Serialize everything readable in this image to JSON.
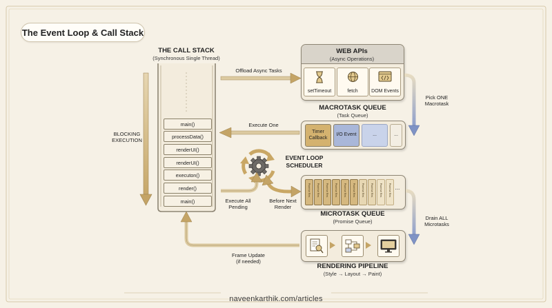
{
  "title": "The Event Loop & Call Stack",
  "call_stack": {
    "heading": "THE CALL STACK",
    "subheading": "(Synchronous Single Thread)",
    "frames": [
      "main()",
      "processData()",
      "renderUI()",
      "renderUI()",
      "executon()",
      "render()",
      "main()"
    ],
    "side_label_line1": "BLOCKING",
    "side_label_line2": "EXECUTION"
  },
  "web_apis": {
    "heading": "WEB APIs",
    "subheading": "(Async Operations)",
    "items": [
      {
        "label": "setTimeout",
        "icon": "hourglass-icon"
      },
      {
        "label": "fetch",
        "icon": "globe-icon"
      },
      {
        "label": "DOM Events",
        "icon": "code-window-icon"
      }
    ]
  },
  "macrotask_queue": {
    "heading": "MACROTASK QUEUE",
    "subheading": "(Task Queue)",
    "items": [
      "Timer Callback",
      "I/O Event",
      "...",
      "..."
    ],
    "colors": {
      "timer": "#d4b26f",
      "io": "#a9b7d9",
      "blank": "#c9d3ea",
      "tail": "#f3eee3"
    }
  },
  "event_loop": {
    "line1": "EVENT LOOP",
    "line2": "SCHEDULER",
    "icon": "gear-cycle-icon"
  },
  "microtask_queue": {
    "heading": "MICROTASK QUEUE",
    "subheading": "(Promise Queue)",
    "item_label": "Promise Res",
    "ellipsis": "..."
  },
  "rendering_pipeline": {
    "heading": "RENDERING PIPELINE",
    "subheading": "(Style → Layout → Paint)",
    "icons": [
      "style-inspect-icon",
      "layout-flow-icon",
      "paint-monitor-icon"
    ]
  },
  "arrows": {
    "offload": "Offload Async Tasks",
    "pick_one_line1": "Pick ONE",
    "pick_one_line2": "Macrotask",
    "execute_one": "Execute One",
    "execute_all_line1": "Execute All",
    "execute_all_line2": "Pending",
    "before_render_line1": "Before Next",
    "before_render_line2": "Render",
    "drain_all_line1": "Drain ALL",
    "drain_all_line2": "Microtasks",
    "frame_update_line1": "Frame Update",
    "frame_update_line2": "(if needed)"
  },
  "footer": "naveenkarthik.com/articles",
  "colors": {
    "background": "#f6f1e6",
    "gold": "#c9a765",
    "blue": "#7f93c5",
    "frame": "#8d8574"
  }
}
